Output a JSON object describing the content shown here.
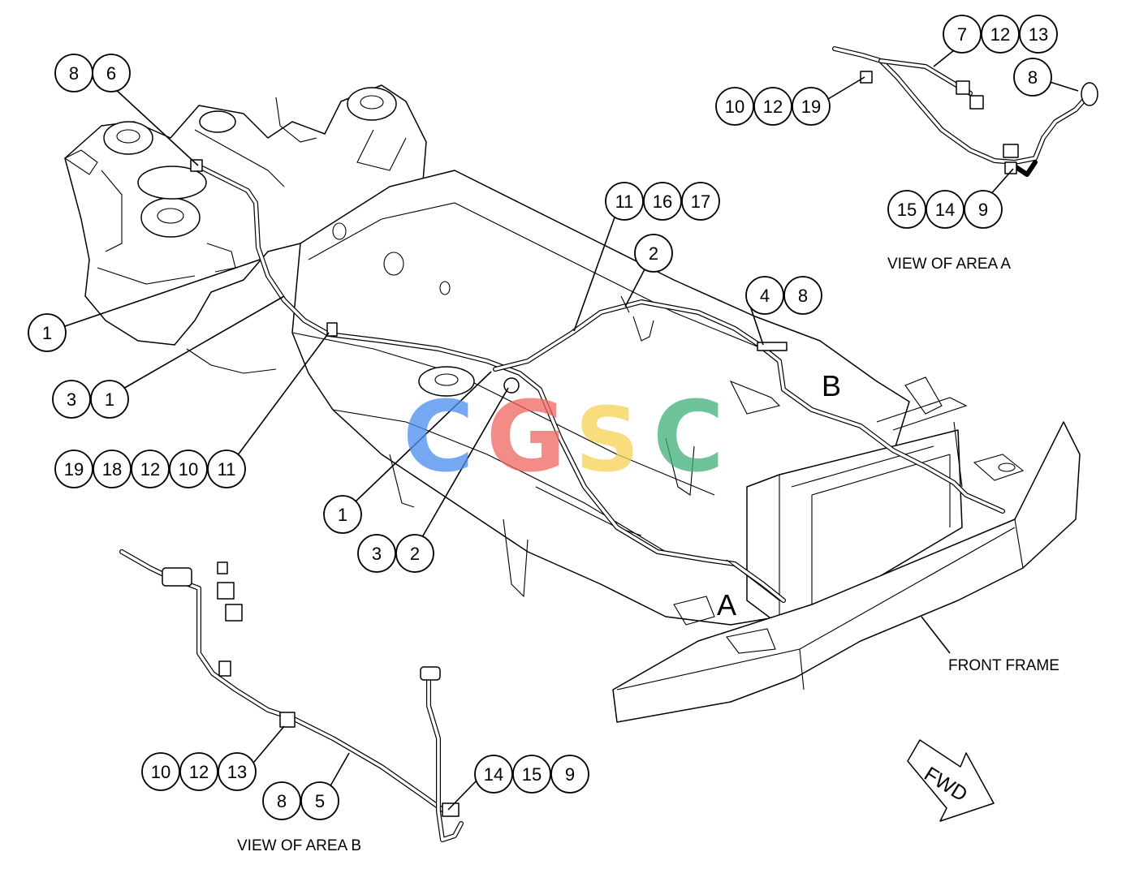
{
  "callout_groups": [
    {
      "id": "g1",
      "numbers": [
        "8",
        "6"
      ]
    },
    {
      "id": "g2",
      "numbers": [
        "1"
      ]
    },
    {
      "id": "g3",
      "numbers": [
        "3",
        "1"
      ]
    },
    {
      "id": "g4",
      "numbers": [
        "19",
        "18",
        "12",
        "10",
        "11"
      ]
    },
    {
      "id": "g5",
      "numbers": [
        "1"
      ]
    },
    {
      "id": "g6",
      "numbers": [
        "3",
        "2"
      ]
    },
    {
      "id": "g7",
      "numbers": [
        "11",
        "16",
        "17"
      ]
    },
    {
      "id": "g8",
      "numbers": [
        "2"
      ]
    },
    {
      "id": "g9",
      "numbers": [
        "4",
        "8"
      ]
    },
    {
      "id": "g10",
      "numbers": [
        "7",
        "12",
        "13"
      ]
    },
    {
      "id": "g11",
      "numbers": [
        "8"
      ]
    },
    {
      "id": "g12",
      "numbers": [
        "10",
        "12",
        "19"
      ]
    },
    {
      "id": "g13",
      "numbers": [
        "15",
        "14",
        "9"
      ]
    },
    {
      "id": "g14",
      "numbers": [
        "10",
        "12",
        "13"
      ]
    },
    {
      "id": "g15",
      "numbers": [
        "8",
        "5"
      ]
    },
    {
      "id": "g16",
      "numbers": [
        "14",
        "15",
        "9"
      ]
    }
  ],
  "labels": {
    "view_area_a": "VIEW OF AREA A",
    "view_area_b": "VIEW OF AREA B",
    "front_frame": "FRONT FRAME",
    "marker_a": "A",
    "marker_b": "B",
    "fwd": "FWD"
  },
  "watermark": {
    "letters": [
      "C",
      "G",
      "S",
      "C"
    ],
    "colors": [
      "#4a8df0",
      "#f0655e",
      "#f7d154",
      "#3fb07a"
    ]
  }
}
